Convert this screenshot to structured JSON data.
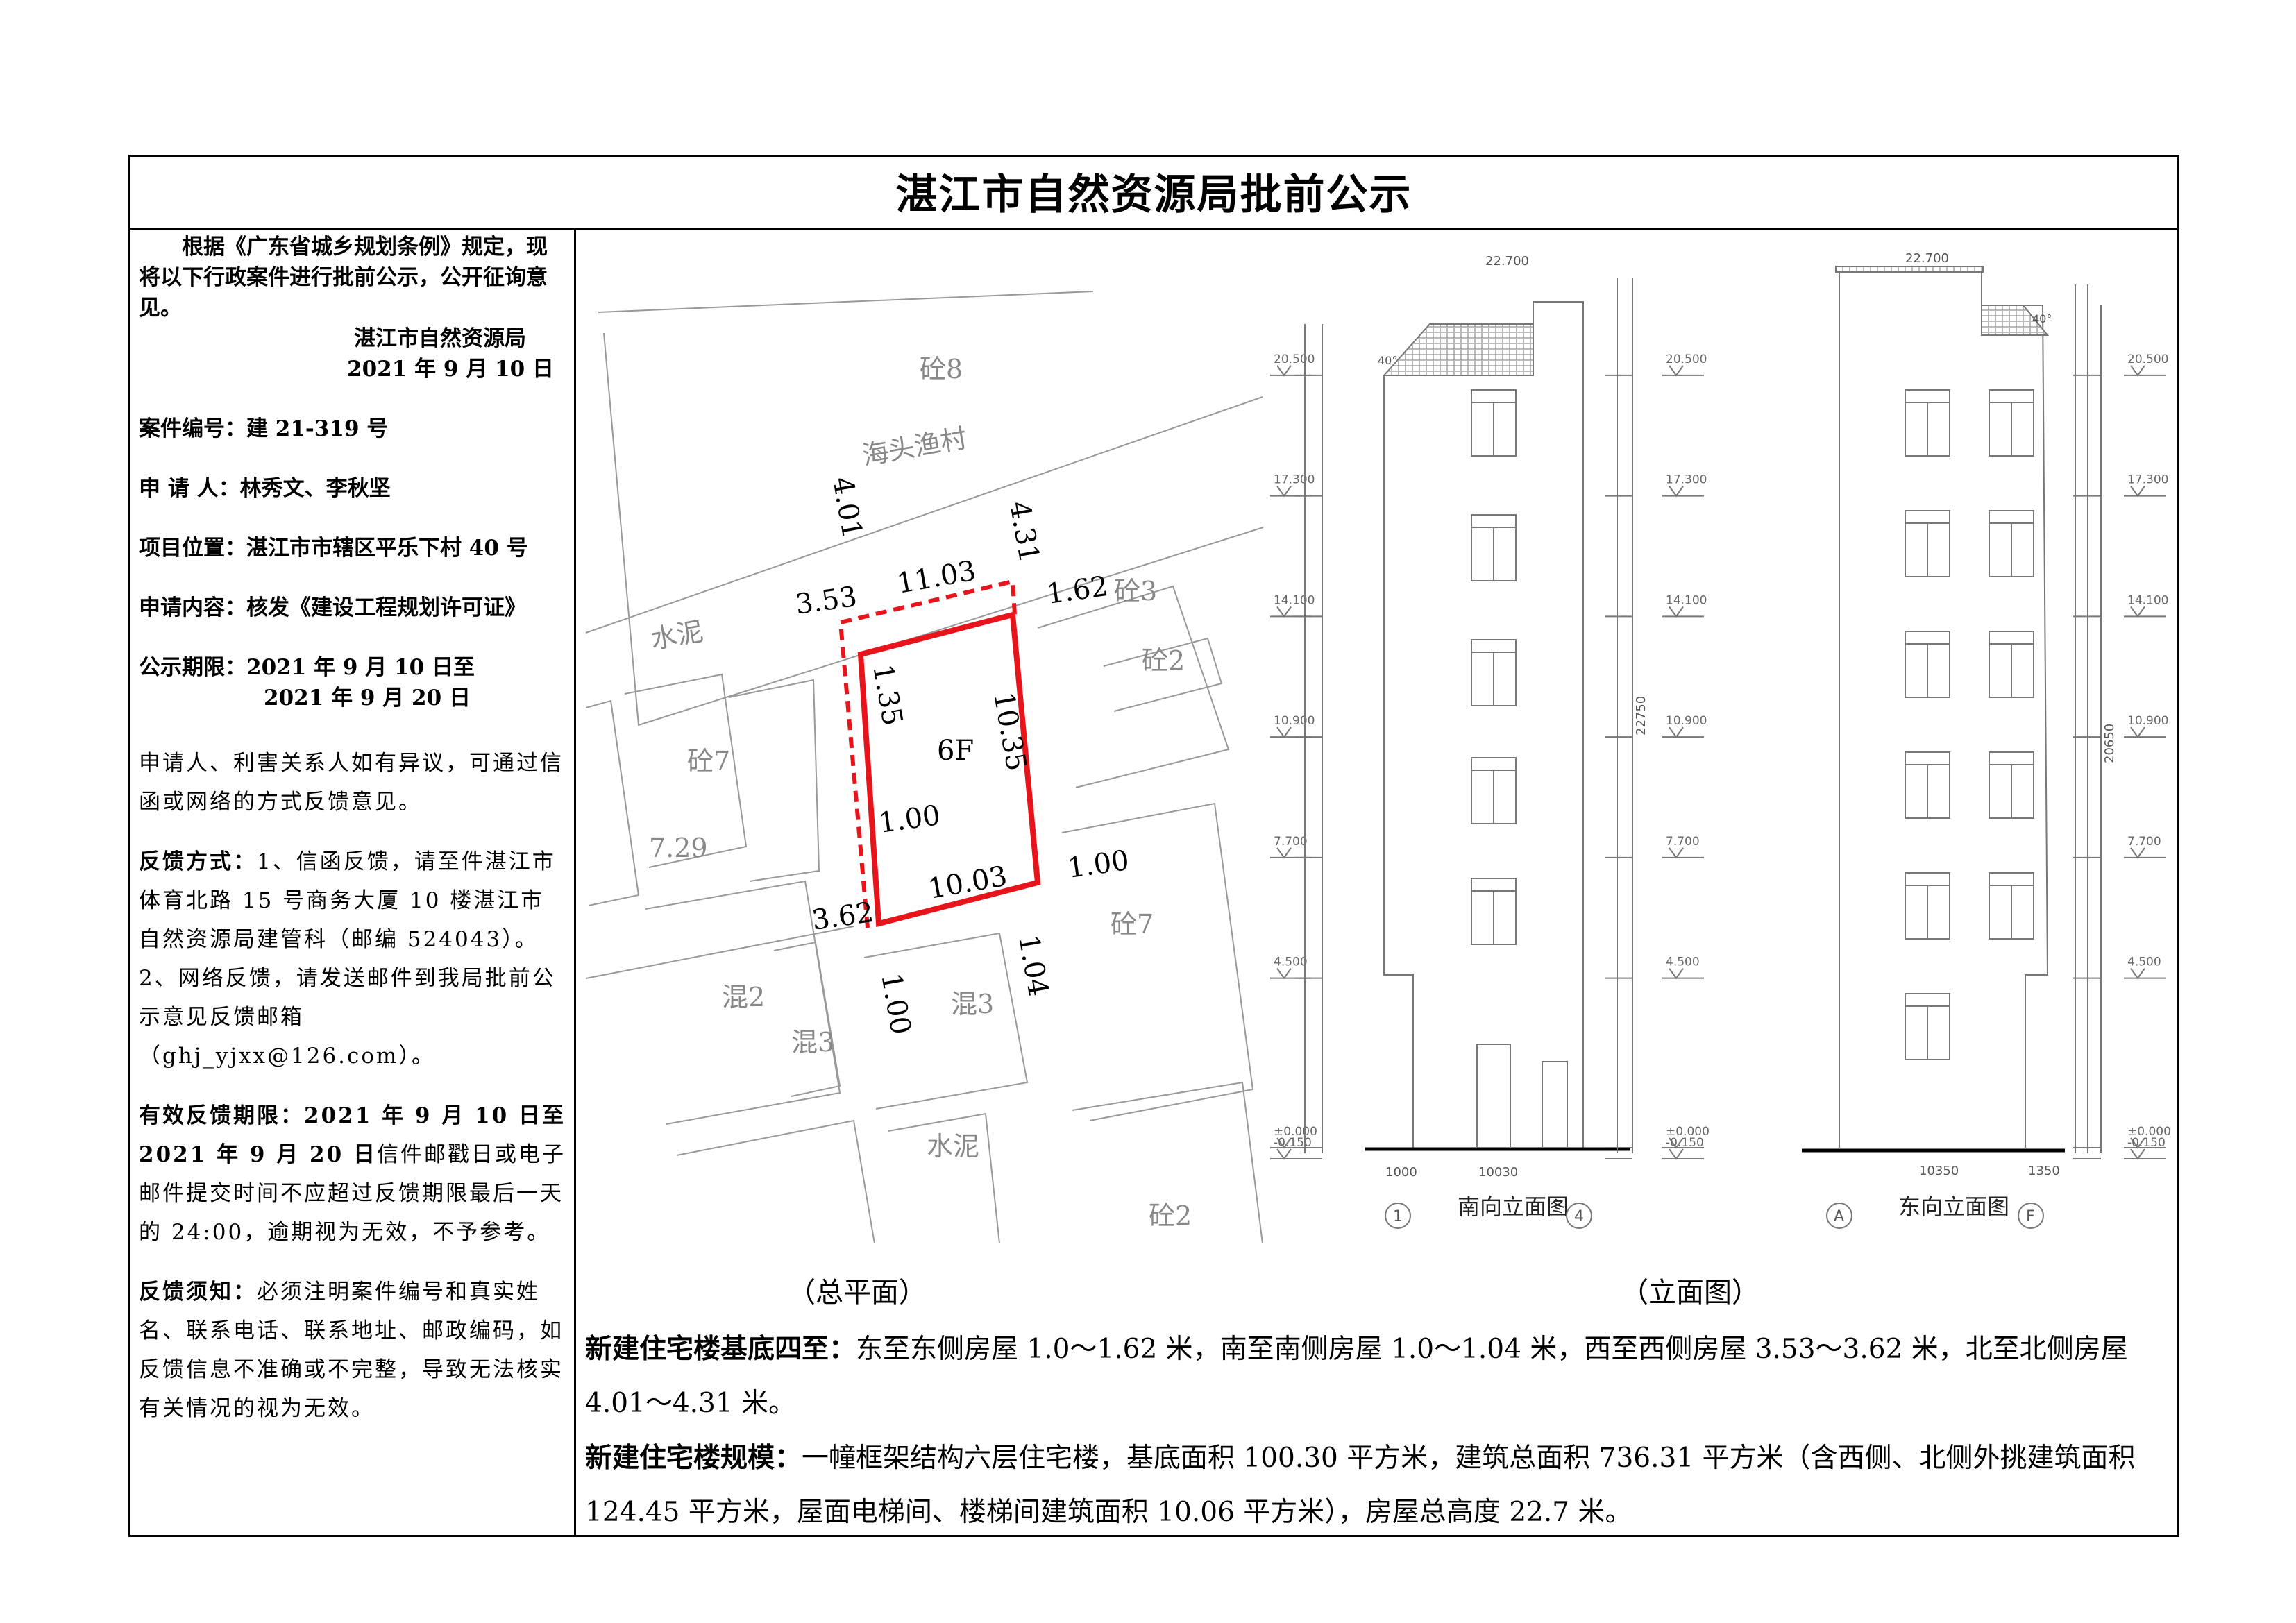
{
  "title": "湛江市自然资源局批前公示",
  "left": {
    "intro": "根据《广东省城乡规划条例》规定，现将以下行政案件进行批前公示，公开征询意见。",
    "issuer": "湛江市自然资源局",
    "issue_date": "2021 年 9 月 10 日",
    "case_no_label": "案件编号：",
    "case_no": "建 21-319 号",
    "applicant_label": "申 请 人：",
    "applicant": "林秀文、李秋坚",
    "location_label": "项目位置：",
    "location": "湛江市市辖区平乐下村 40 号",
    "content_label": "申请内容：",
    "content": "核发《建设工程规划许可证》",
    "period_label": "公示期限：",
    "period_start": "2021 年 9 月 10 日至",
    "period_end": "2021 年 9 月 20 日",
    "objection": "申请人、利害关系人如有异议，可通过信函或网络的方式反馈意见。",
    "feedback_label": "反馈方式：",
    "feedback_1": "1、信函反馈，请至件湛江市体育北路 15 号商务大厦 10 楼湛江市自然资源局建管科（邮编 524043）。",
    "feedback_2": "2、网络反馈，请发送邮件到我局批前公示意见反馈邮箱（ghj_yjxx@126.com）。",
    "deadline_label": "有效反馈期限：",
    "deadline_bold": "2021 年 9 月 10 日至 2021 年 9 月 20 日",
    "deadline_rest": "信件邮戳日或电子邮件提交时间不应超过反馈期限最后一天的 24:00，逾期视为无效，不予参考。",
    "notice_label": "反馈须知：",
    "notice": "必须注明案件编号和真实姓名、联系电话、联系地址、邮政编码，如反馈信息不准确或不完整，导致无法核实有关情况的视为无效。"
  },
  "site_plan": {
    "caption": "（总平面）",
    "floors": "6F",
    "dims": {
      "north_w": "4.01",
      "north_e": "4.31",
      "west_n": "3.53",
      "top_len": "11.03",
      "east_n": "1.62",
      "overhang_w": "1.35",
      "east_len": "10.35",
      "overhang_n": "1.00",
      "bottom_len": "10.03",
      "east_s": "1.00",
      "west_s": "3.62",
      "south_e": "1.04",
      "south_w": "1.00"
    },
    "labels": {
      "b1": "砼8",
      "village": "海头渔村",
      "road1": "水泥",
      "b2": "砼7",
      "spot": "7.29",
      "b3": "砼3",
      "b4": "砼2",
      "b5": "砼7",
      "b6": "混2",
      "b7": "混3",
      "b8": "混3",
      "road2": "水泥",
      "b9": "砼2"
    },
    "boundary_color": "#e8141b"
  },
  "elevations": {
    "caption": "（立面图）",
    "south": {
      "title": "南向立面图",
      "axis_left": "1",
      "axis_right": "4",
      "dim_left": "1000",
      "dim_main": "10030",
      "total_height": "22750",
      "top_level": "22.700"
    },
    "east": {
      "title": "东向立面图",
      "axis_left": "A",
      "axis_right": "F",
      "dim_main": "10350",
      "dim_right": "1350",
      "total_height": "20650",
      "top_level": "22.700"
    },
    "levels": [
      "20.500",
      "17.300",
      "14.100",
      "10.900",
      "7.700",
      "4.500",
      "±0.000",
      "-0.150"
    ],
    "roof_angle": "40°"
  },
  "bottom": {
    "setback_label": "新建住宅楼基底四至：",
    "setback": "东至东侧房屋 1.0～1.62 米，南至南侧房屋 1.0～1.04 米，西至西侧房屋 3.53～3.62 米，北至北侧房屋 4.01～4.31 米。",
    "scale_label": "新建住宅楼规模：",
    "scale": "一幢框架结构六层住宅楼，基底面积 100.30 平方米，建筑总面积 736.31 平方米（含西侧、北侧外挑建筑面积 124.45 平方米，屋面电梯间、楼梯间建筑面积 10.06 平方米），房屋总高度 22.7 米。"
  }
}
